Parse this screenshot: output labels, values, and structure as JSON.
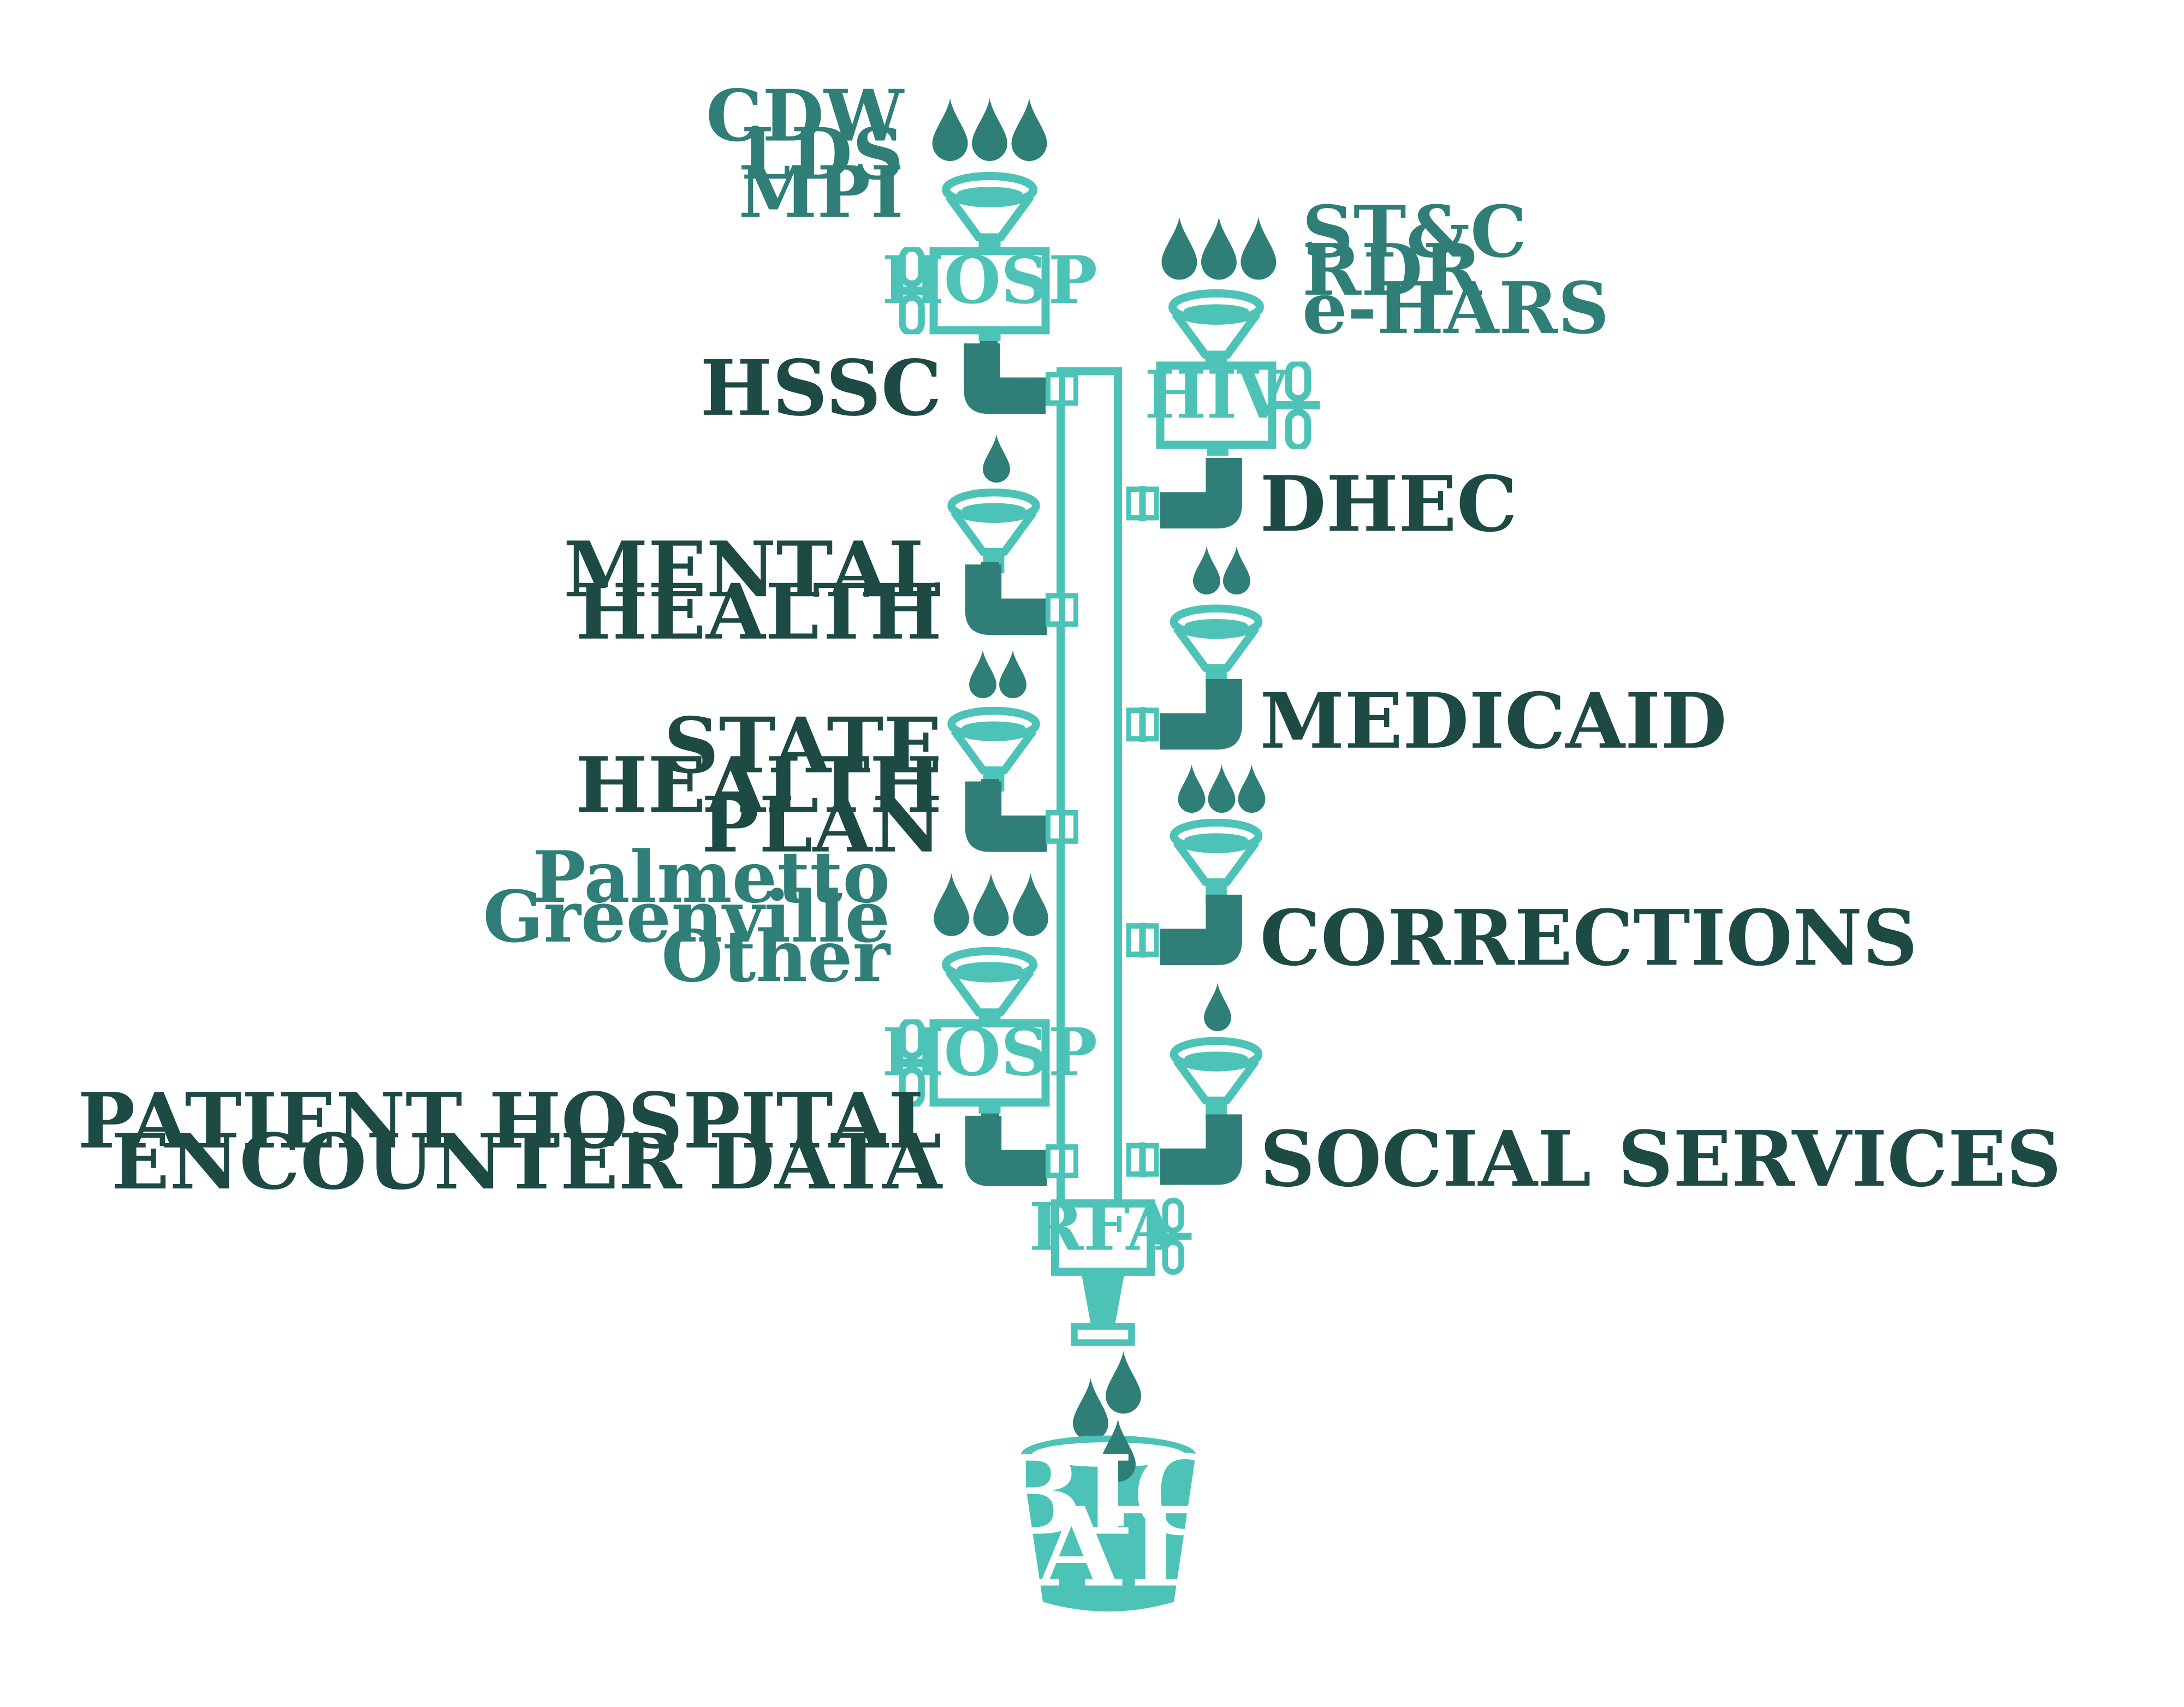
{
  "colors": {
    "teal_light": "#4dc3b8",
    "teal_dark": "#2f7f78",
    "text_dark": "#1e4a44",
    "text_source": "#2f7f78",
    "background": "#ffffff"
  },
  "icons": {
    "drop": "drop-icon",
    "funnel": "funnel-icon",
    "pipe_elbow": "pipe-elbow-icon",
    "valve_handle": "valve-handle-icon",
    "bucket": "bucket-icon"
  },
  "left": {
    "hosp_top": {
      "box_label": "HOSP",
      "sources": [
        "CDW",
        "LDS",
        "MPI"
      ],
      "label": "HSSC"
    },
    "mental_health": {
      "label_lines": [
        "MENTAL",
        "HEALTH"
      ]
    },
    "state_health_plan": {
      "label_lines": [
        "STATE",
        "HEALTH",
        "PLAN"
      ]
    },
    "hosp_bottom": {
      "box_label": "HOSP",
      "sources": [
        "Palmetto",
        "Greenville",
        "Other"
      ],
      "label_lines": [
        "PATIENT HOSPITAL",
        "ENCOUNTER DATA"
      ]
    }
  },
  "right": {
    "hiv": {
      "box_label": "HIV",
      "sources": [
        "ST&C",
        "RDR",
        "e-HARS"
      ],
      "label": "DHEC"
    },
    "medicaid": {
      "label": "MEDICAID"
    },
    "corrections": {
      "label": "CORRECTIONS"
    },
    "social_services": {
      "label": "SOCIAL SERVICES"
    }
  },
  "rfa": {
    "label": "RFA"
  },
  "bucket": {
    "label_lines": [
      "BIG",
      "DATA"
    ]
  }
}
